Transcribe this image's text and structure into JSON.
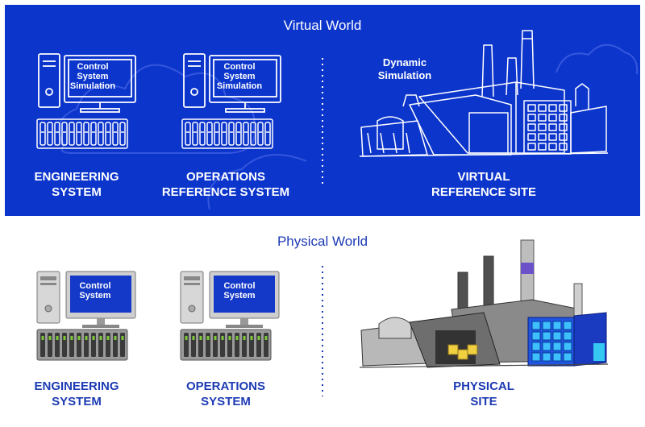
{
  "virtual_world": {
    "title": "Virtual World",
    "engineering": {
      "screen_text": "Control\nSystem\nSimulation",
      "label": "ENGINEERING\nSYSTEM"
    },
    "operations": {
      "screen_text": "Control\nSystem\nSimulation",
      "label": "OPERATIONS\nREFERENCE SYSTEM"
    },
    "site": {
      "annotation": "Dynamic\nSimulation",
      "label": "VIRTUAL\nREFERENCE SITE"
    }
  },
  "physical_world": {
    "title": "Physical World",
    "engineering": {
      "screen_text": "Control\nSystem",
      "label": "ENGINEERING\nSYSTEM"
    },
    "operations": {
      "screen_text": "Control\nSystem",
      "label": "OPERATIONS\nSYSTEM"
    },
    "site": {
      "label": "PHYSICAL\nSITE"
    }
  },
  "colors": {
    "virtual_background": "#0c35cc",
    "physical_text": "#1d3bb4",
    "accent_purple": "#6b52c8",
    "server_led": "#7fc83a",
    "crate_yellow": "#f0d040"
  }
}
